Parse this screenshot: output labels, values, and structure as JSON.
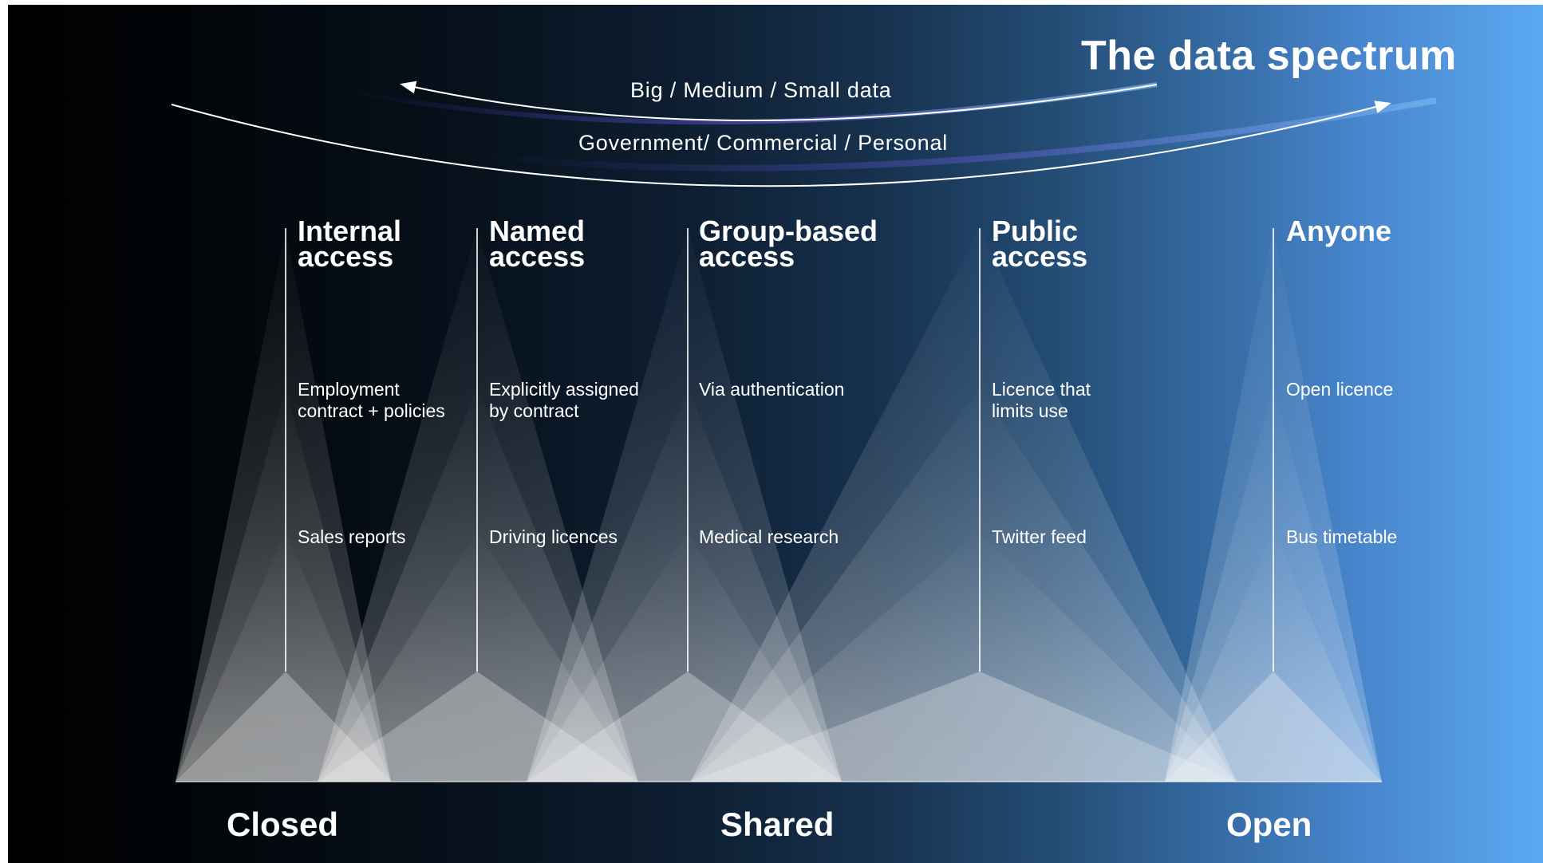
{
  "title": "The data spectrum",
  "arcs": {
    "size_label": "Big  /  Medium  /  Small data",
    "sector_label": "Government/  Commercial  /  Personal"
  },
  "columns": [
    {
      "heading_1": "Internal",
      "heading_2": "access",
      "desc_1": "Employment",
      "desc_2": "contract + policies",
      "example": "Sales reports"
    },
    {
      "heading_1": "Named",
      "heading_2": "access",
      "desc_1": "Explicitly assigned",
      "desc_2": "by contract",
      "example": "Driving licences"
    },
    {
      "heading_1": "Group-based",
      "heading_2": "access",
      "desc_1": "Via authentication",
      "desc_2": "",
      "example": "Medical research"
    },
    {
      "heading_1": "Public",
      "heading_2": "access",
      "desc_1": "Licence that",
      "desc_2": "limits use",
      "example": "Twitter feed"
    },
    {
      "heading_1": "Anyone",
      "heading_2": "",
      "desc_1": "Open licence",
      "desc_2": "",
      "example": "Bus timetable"
    }
  ],
  "footer": {
    "left": "Closed",
    "middle": "Shared",
    "right": "Open"
  },
  "colors": {
    "text": "#ffffff",
    "background_left": "#000000",
    "background_right": "#5ba9f2"
  }
}
